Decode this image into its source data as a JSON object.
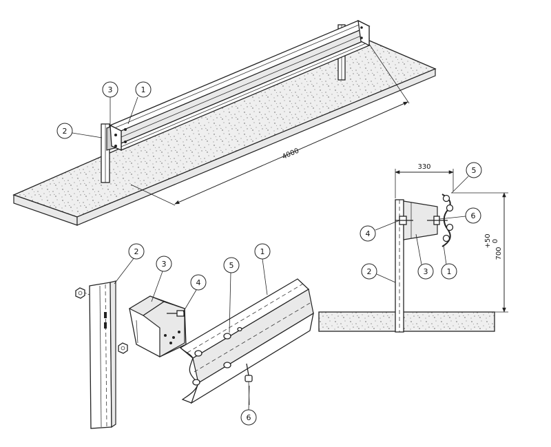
{
  "callouts": {
    "top": {
      "c1": "1",
      "c2": "2",
      "c3": "3"
    },
    "exploded": {
      "c1": "1",
      "c2": "2",
      "c3": "3",
      "c4": "4",
      "c5": "5",
      "c6": "6"
    },
    "section": {
      "c1": "1",
      "c2": "2",
      "c3": "3",
      "c4": "4",
      "c5": "5",
      "c6": "6"
    }
  },
  "dimensions": {
    "rail_length": "4000",
    "offset_width": "330",
    "height_value": "700",
    "height_tolerance_plus": "+50",
    "height_tolerance_minus": "0"
  }
}
